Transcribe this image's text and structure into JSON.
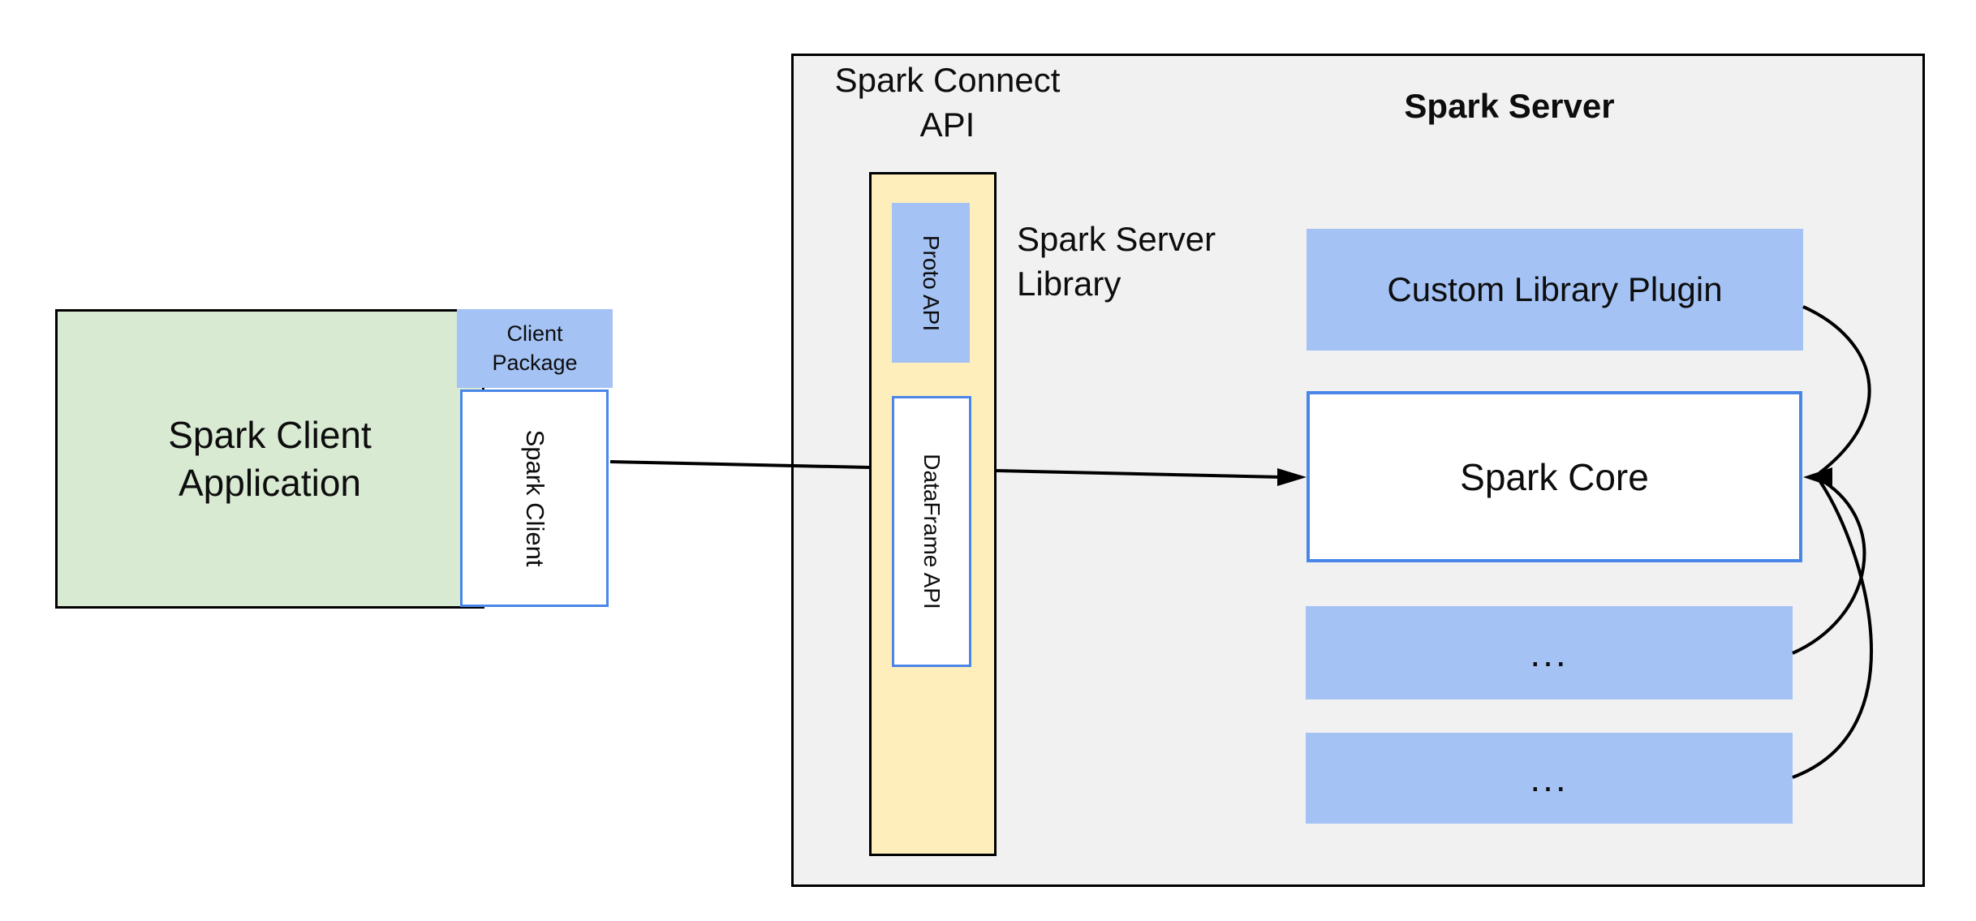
{
  "colors": {
    "canvas-bg": "#ffffff",
    "panel-gray": "#f1f1f1",
    "fill-green": "#d9ead3",
    "fill-blue": "#a4c2f4",
    "fill-yellow": "#fdeebc",
    "border-blue": "#4a86e8",
    "border-black": "#000000",
    "arrow-black": "#000000",
    "text-color": "#0d0d0d"
  },
  "client": {
    "app_label": "Spark Client Application",
    "package_label": "Client Package",
    "spark_client_label": "Spark Client"
  },
  "connect_api": {
    "title": "Spark Connect API",
    "proto_label": "Proto API",
    "dataframe_label": "DataFrame API",
    "library_label": "Spark Server Library"
  },
  "server": {
    "title": "Spark Server",
    "plugin_label": "Custom Library Plugin",
    "core_label": "Spark Core",
    "module_placeholder_1": "...",
    "module_placeholder_2": "..."
  }
}
